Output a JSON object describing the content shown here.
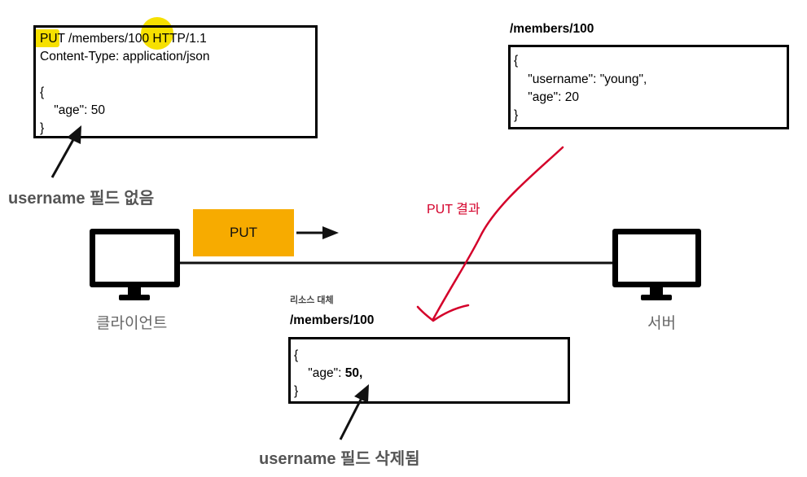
{
  "request": {
    "lines": [
      {
        "pre": "PUT /members/",
        "mid": "100",
        "post": " HTTP/1.1"
      },
      "Content-Type: application/json",
      "",
      "{",
      "    \"age\": 50",
      "}"
    ]
  },
  "original_resource": {
    "path": "/members/100",
    "lines": [
      "{",
      "    \"username\": \"young\",",
      "    \"age\": 20",
      "}"
    ]
  },
  "result_resource": {
    "caption": "리소스 대체",
    "path": "/members/100",
    "line_open": "{",
    "line_age_key": "    \"age\": ",
    "line_age_val": "50,",
    "line_close": "}"
  },
  "captions": {
    "no_username": "username 필드 없음",
    "username_deleted": "username 필드 삭제됨"
  },
  "put_button": {
    "label": "PUT"
  },
  "put_result_label": "PUT 결과",
  "devices": {
    "client": {
      "label": "클라이언트",
      "icon": "monitor-icon"
    },
    "server": {
      "label": "서버",
      "icon": "monitor-icon"
    }
  },
  "colors": {
    "put_button": "#f7ab00",
    "highlight": "#f6e000",
    "red_arrow": "#d4002a",
    "caption": "#555555"
  }
}
